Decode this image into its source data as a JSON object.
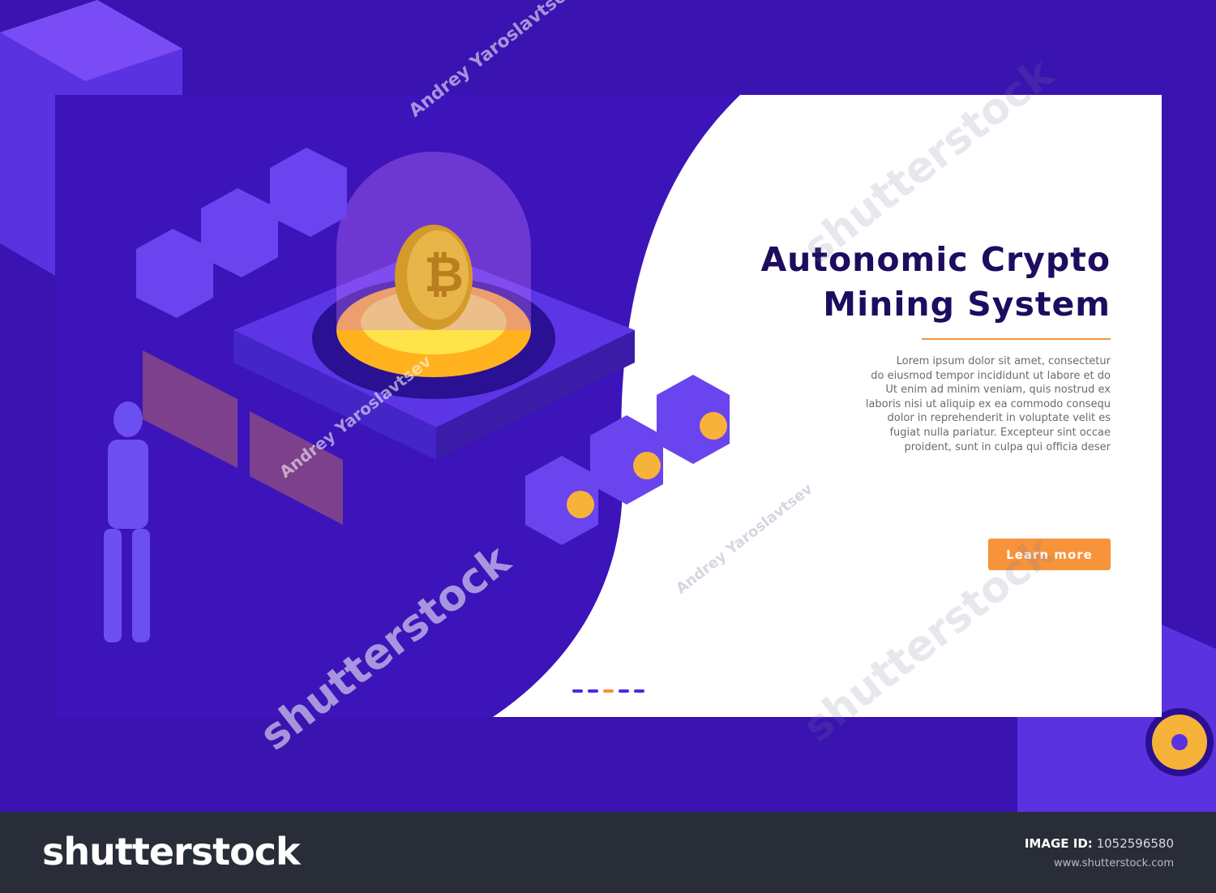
{
  "hero": {
    "title_line1": "Autonomic Crypto",
    "title_line2": "Mining System",
    "paragraph": [
      "Lorem ipsum dolor sit amet, consectetur",
      "do eiusmod tempor incididunt ut labore et do",
      "Ut enim ad minim veniam, quis nostrud ex",
      "laboris nisi ut aliquip ex ea commodo consequ",
      "dolor in reprehenderit in voluptate velit es",
      "fugiat nulla pariatur. Excepteur sint occae",
      "proident, sunt in culpa qui officia deser"
    ],
    "cta_label": "Learn more",
    "pagination": {
      "count": 5,
      "active_index": 2
    }
  },
  "watermarks": {
    "author": "Andrey Yaroslavtsev",
    "brand": "shutterstock"
  },
  "footer": {
    "logo": "shutterstock",
    "image_id_label": "IMAGE ID:",
    "image_id": "1052596580",
    "site": "www.shutterstock.com"
  },
  "colors": {
    "background": "#3a13b0",
    "panel": "#ffffff",
    "accent": "#f7933a",
    "title": "#1d0c5f",
    "footer": "#292d38"
  }
}
